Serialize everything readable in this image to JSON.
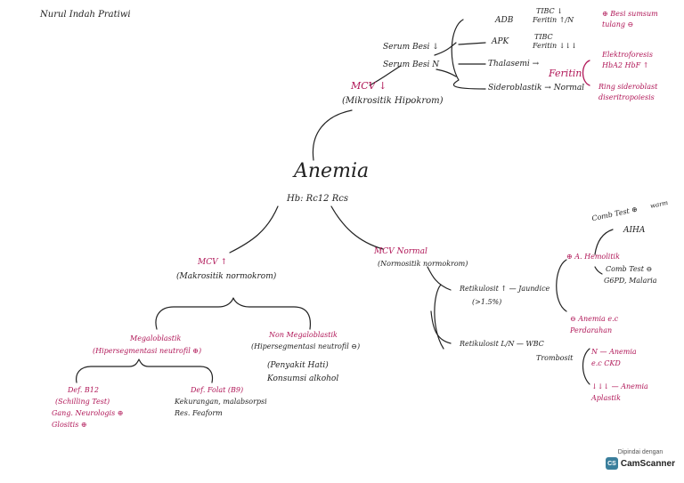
{
  "author": "Nurul Indah Pratiwi",
  "center": {
    "title": "Anemia",
    "sub": "Hb: Rc12 Rcs"
  },
  "mcv_low": {
    "title": "MCV ↓",
    "sub": "(Mikrositik Hipokrom)",
    "serum_low": "Serum Besi ↓",
    "serum_normal": "Serum Besi N",
    "adb": "ADB",
    "apk": "APK",
    "adb_lab": "TIBC ↓",
    "adb_lab2": "Feritin ↑/N",
    "apk_lab": "TIBC",
    "apk_lab2": "Feritin ↓↓↓",
    "adb_result": "⊕ Besi sumsum tulang ⊖",
    "thalasemia": "Thalasemi →",
    "sideroblastik": "Sideroblastik → Normal",
    "feritin": "Feritin",
    "thal_result": "Elektroforesis HbA2 HbF ↑",
    "sidero_result": "Ring sideroblast diseritropoiesis"
  },
  "mcv_high": {
    "title": "MCV ↑",
    "sub": "(Makrositik normokrom)",
    "megaloblastik": "Megaloblastik",
    "megalo_sub": "(Hipersegmentasi neutrofil ⊕)",
    "non_megaloblastik": "Non Megaloblastik",
    "non_megalo_sub": "(Hipersegmentasi neutrofil ⊖)",
    "non_megalo_items": [
      "(Penyakit Hati)",
      "Konsumsi alkohol"
    ],
    "def_b12": "Def. B12",
    "def_b12_items": [
      "(Schilling Test)",
      "Gang. Neurologis ⊕",
      "Glositis ⊕"
    ],
    "def_folat": "Def. Folat (B9)",
    "def_folat_items": [
      "Kekurangan, malabsorpsi",
      "Res. Feaform"
    ]
  },
  "mcv_normal": {
    "title": "MCV Normal",
    "sub": "(Normositik normokrom)",
    "retik_high": "Retikulosit ↑ — Jaundice",
    "retik_pct": "(>1.5%)",
    "retik_low": "Retikulosit L/N — WBC",
    "trombosit": "Trombosit",
    "hemolitik": "⊕ A. Hemolitik",
    "comb_pos": "Comb Test ⊕",
    "comb_pos_note": "warm",
    "aiha": "AIHA",
    "comb_neg": "Comb Test ⊖",
    "comb_neg_note": "G6PD, Malaria",
    "perdarahan": "⊖ Anemia e.c Perdarahan",
    "ckd": "N — Anemia e.c CKD",
    "aplastik": "↓↓↓ — Anemia Aplastik"
  },
  "scanner": {
    "caption": "Dipindai dengan",
    "app": "CamScanner",
    "icon": "CS"
  }
}
